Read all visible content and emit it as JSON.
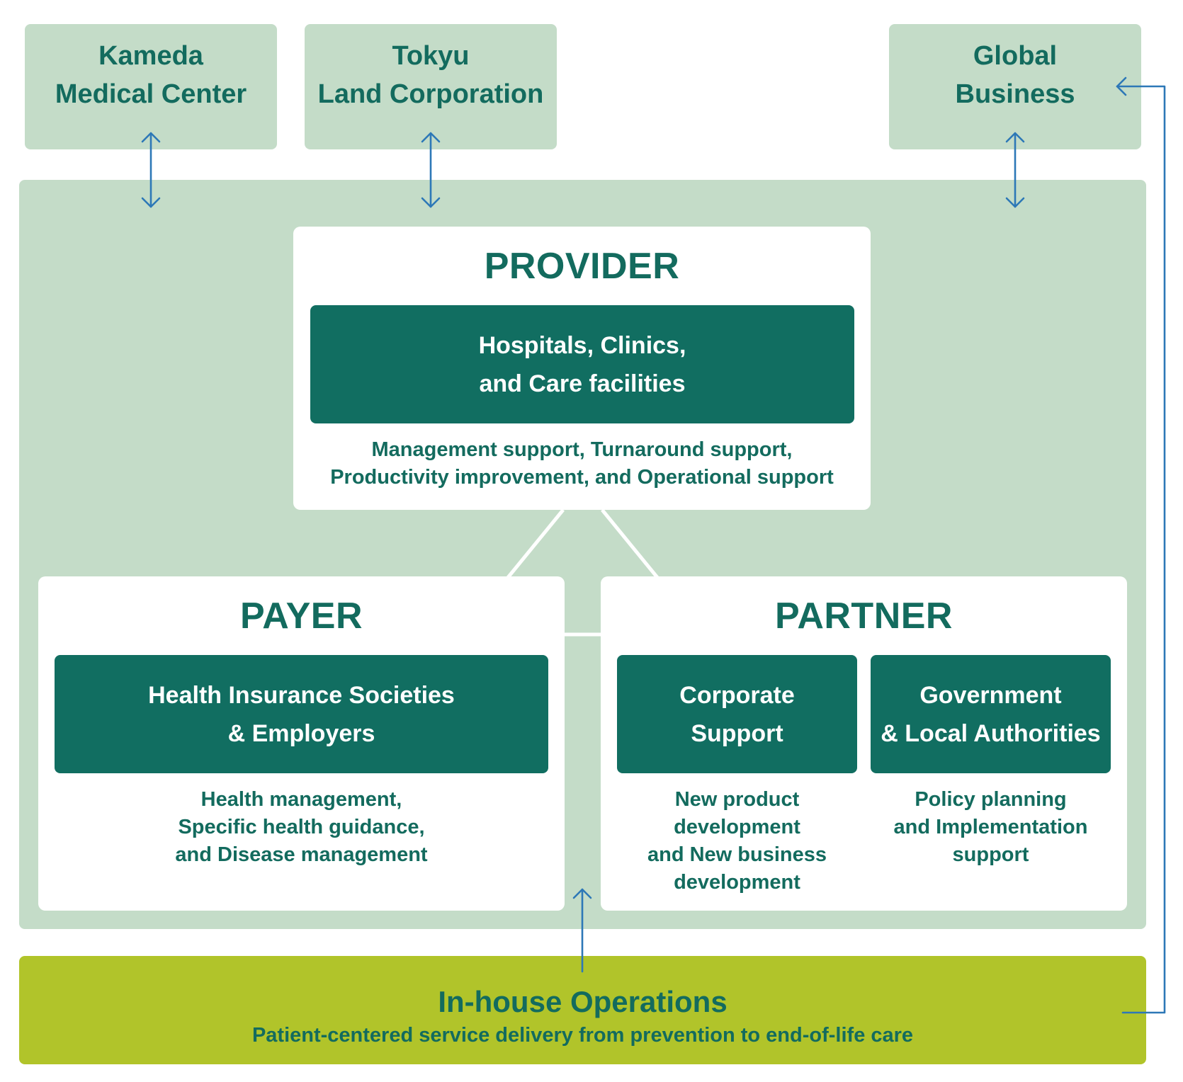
{
  "top_boxes": {
    "kameda": "Kameda\nMedical Center",
    "tokyu": "Tokyu\nLand Corporation",
    "global": "Global\nBusiness"
  },
  "provider": {
    "heading": "PROVIDER",
    "box": "Hospitals, Clinics,\nand Care facilities",
    "desc": "Management support, Turnaround support,\nProductivity improvement, and Operational support"
  },
  "payer": {
    "heading": "PAYER",
    "box": "Health Insurance Societies\n& Employers",
    "desc": "Health management,\nSpecific health guidance,\nand Disease management"
  },
  "partner": {
    "heading": "PARTNER",
    "corporate_box": "Corporate\nSupport",
    "corporate_desc": "New product\ndevelopment\nand New business\ndevelopment",
    "government_box": "Government\n& Local Authorities",
    "government_desc": "Policy planning\nand Implementation\nsupport"
  },
  "inhouse": {
    "title": "In-house Operations",
    "subtitle": "Patient-centered service delivery from prevention to end-of-life care"
  },
  "colors": {
    "light_green": "#c4dcc8",
    "dark_green": "#116e61",
    "text_green": "#136b5e",
    "lime": "#b1c42a",
    "arrow_blue": "#2d78b7"
  }
}
